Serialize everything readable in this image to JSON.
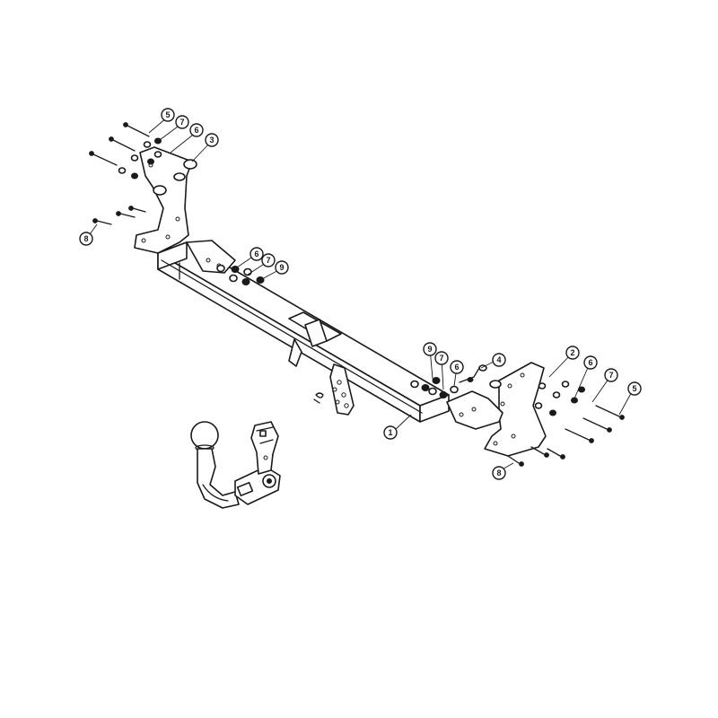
{
  "callouts": [
    {
      "id": "c1",
      "label": "1"
    },
    {
      "id": "c2",
      "label": "2"
    },
    {
      "id": "c3",
      "label": "3"
    },
    {
      "id": "c4",
      "label": "4"
    },
    {
      "id": "c5a",
      "label": "5"
    },
    {
      "id": "c5b",
      "label": "5"
    },
    {
      "id": "c6a",
      "label": "6"
    },
    {
      "id": "c6b",
      "label": "6"
    },
    {
      "id": "c6c",
      "label": "6"
    },
    {
      "id": "c6d",
      "label": "6"
    },
    {
      "id": "c7a",
      "label": "7"
    },
    {
      "id": "c7b",
      "label": "7"
    },
    {
      "id": "c7c",
      "label": "7"
    },
    {
      "id": "c7d",
      "label": "7"
    },
    {
      "id": "c8a",
      "label": "8"
    },
    {
      "id": "c8b",
      "label": "8"
    },
    {
      "id": "c9a",
      "label": "9"
    },
    {
      "id": "c9b",
      "label": "9"
    }
  ]
}
